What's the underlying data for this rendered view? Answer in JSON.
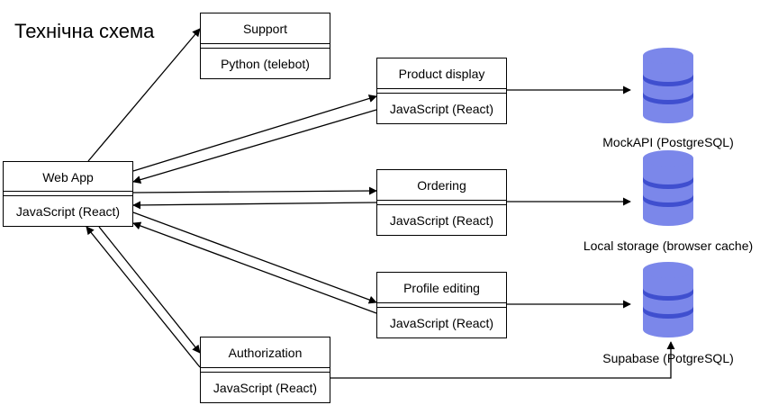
{
  "diagram": {
    "title": "Технічна схема",
    "boxes": {
      "support": {
        "name": "Support",
        "tech": "Python (telebot)"
      },
      "product_display": {
        "name": "Product display",
        "tech": "JavaScript (React)"
      },
      "web_app": {
        "name": "Web App",
        "tech": "JavaScript (React)"
      },
      "ordering": {
        "name": "Ordering",
        "tech": "JavaScript (React)"
      },
      "profile_editing": {
        "name": "Profile editing",
        "tech": "JavaScript (React)"
      },
      "authorization": {
        "name": "Authorization",
        "tech": "JavaScript (React)"
      }
    },
    "databases": {
      "mockapi": {
        "label": "MockAPI (PostgreSQL)",
        "icon": "database-icon"
      },
      "local_storage": {
        "label": "Local storage (browser cache)",
        "icon": "database-icon"
      },
      "supabase": {
        "label": "Supabase (PotgreSQL)",
        "icon": "database-icon"
      }
    },
    "colors": {
      "db_fill": "#7b87ea",
      "db_dark": "#3f4fcf",
      "line": "#000000"
    }
  }
}
